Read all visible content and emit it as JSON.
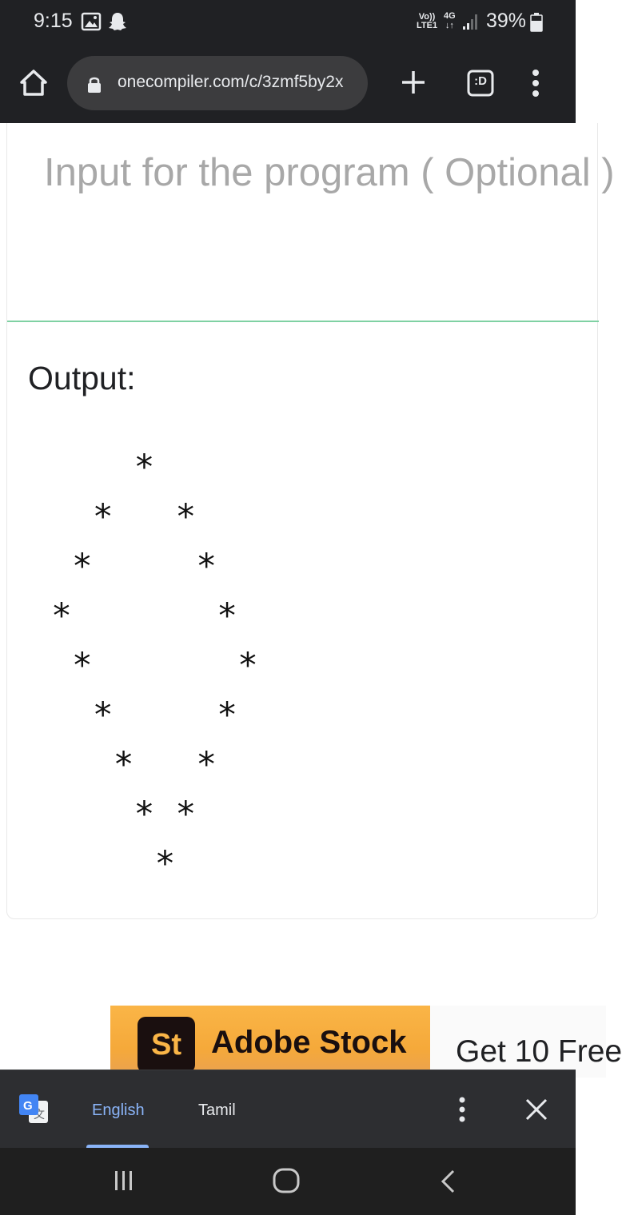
{
  "status_bar": {
    "time": "9:15",
    "volte_line1": "Vo))",
    "volte_line2": "LTE1",
    "network_line1": "4G",
    "network_line2": "↓↑",
    "battery": "39%",
    "icons": [
      "gallery-icon",
      "snapchat-icon",
      "signal-icon",
      "battery-icon"
    ]
  },
  "browser": {
    "url": "onecompiler.com/c/3zmf5by2x",
    "tab_switcher_label": ":D",
    "icons": [
      "home-icon",
      "lock-icon",
      "plus-icon",
      "tab-switcher-icon",
      "more-vert-icon"
    ]
  },
  "page": {
    "input_placeholder": "Input for the program ( Optional )",
    "output_label": "Output:",
    "output_text": "    *\n  *   *\n *     *\n*       *\n *       *\n  *     *\n   *   *\n    * *\n     *"
  },
  "ad": {
    "logo_text": "St",
    "brand": "Adobe Stock",
    "cta": "Get 10 Free"
  },
  "translate_bar": {
    "languages": [
      "English",
      "Tamil"
    ],
    "selected": "English",
    "icons": [
      "google-translate-icon",
      "more-vert-icon",
      "close-icon"
    ]
  },
  "colors": {
    "chrome_dark": "#202124",
    "divider_green": "#7fd1a3",
    "translate_accent": "#8ab4f8",
    "ad_orange": "#fab547"
  }
}
